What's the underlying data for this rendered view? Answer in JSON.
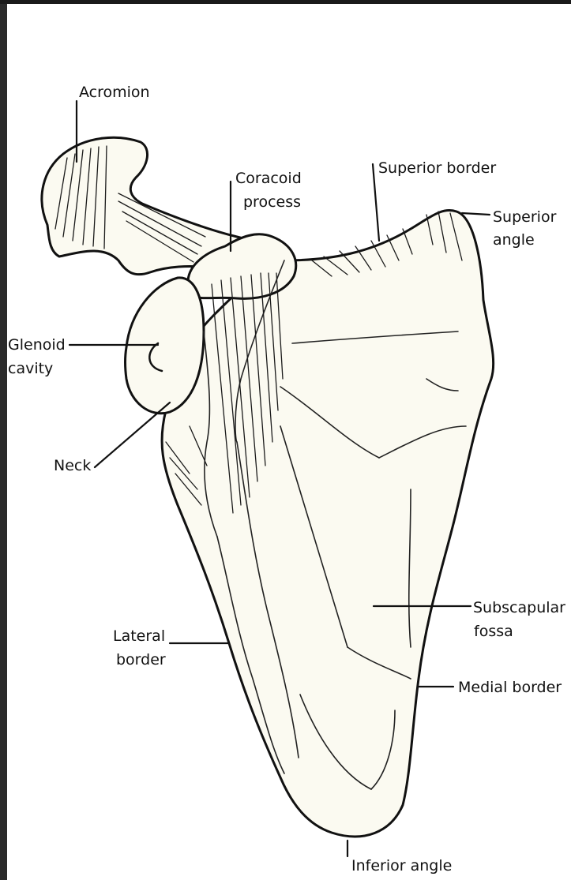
{
  "labels": {
    "acromion": "Acromion",
    "coracoid_line1": "Coracoid",
    "coracoid_line2": "process",
    "superior_border": "Superior border",
    "superior_angle_line1": "Superior",
    "superior_angle_line2": "angle",
    "glenoid_line1": "Glenoid",
    "glenoid_line2": "cavity",
    "neck": "Neck",
    "lateral_line1": "Lateral",
    "lateral_line2": "border",
    "subscapular_line1": "Subscapular",
    "subscapular_line2": "fossa",
    "medial_border": "Medial border",
    "inferior_angle": "Inferior angle"
  },
  "colors": {
    "bone_fill": "#fbfaf1",
    "ink": "#111111",
    "frame_edge": "#2b2b2b"
  }
}
